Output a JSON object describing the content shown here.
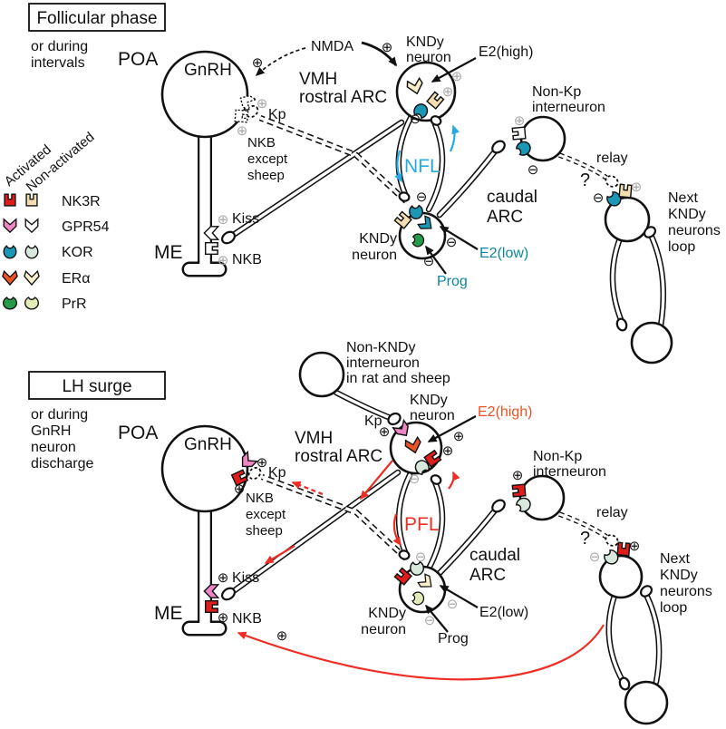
{
  "signs": {
    "plus": "⊕",
    "minus": "⊖",
    "question": "?"
  },
  "colors": {
    "ink": "#111111",
    "gray": "#a9a9a9",
    "white": "#ffffff",
    "nk3r_on": "#e11c1c",
    "nk3r_off": "#f3deb2",
    "gpr54_on": "#ee85c5",
    "gpr54_off": "#ffffff",
    "kor_on": "#1a97b5",
    "kor_off": "#d9e8dd",
    "era_on": "#ee5323",
    "era_off": "#f9eecb",
    "era_low": "#1a97b5",
    "prr_on": "#259a49",
    "prr_off": "#e2ecb6",
    "nfl_blue": "#29a9e1",
    "teal_text": "#0e86a0",
    "red": "#ee2e24",
    "orange_text": "#f05123"
  },
  "legend": {
    "activated": "Activated",
    "non_activated": "Non-activated",
    "receptors": [
      "NK3R",
      "GPR54",
      "KOR",
      "ERα",
      "PrR"
    ]
  },
  "top": {
    "title": "Follicular phase",
    "subtitle": [
      "or during",
      "intervals"
    ],
    "poa": "POA",
    "gnrh": "GnRH",
    "nmda": "NMDA",
    "vmh": [
      "VMH",
      "rostral ARC"
    ],
    "kndy_rostral": [
      "KNDy",
      "neuron"
    ],
    "e2_high": "E2(high)",
    "kp": "Kp",
    "nkb_except": [
      "NKB",
      "except",
      "sheep"
    ],
    "kiss": "Kiss",
    "nkb": "NKB",
    "me": "ME",
    "loop_label": "NFL",
    "caudal_arc": [
      "caudal",
      "ARC"
    ],
    "kndy_caudal": [
      "KNDy",
      "neuron"
    ],
    "e2_low": "E2(low)",
    "prog": "Prog",
    "non_kp": [
      "Non-Kp",
      "interneuron"
    ],
    "relay": "relay",
    "next_loop": [
      "Next",
      "KNDy",
      "neurons",
      "loop"
    ]
  },
  "bottom": {
    "title": "LH surge",
    "subtitle": [
      "or during",
      "GnRH",
      "neuron",
      "discharge"
    ],
    "poa": "POA",
    "gnrh": "GnRH",
    "non_kndy": [
      "Non-KNDy",
      "interneuron",
      "in rat and sheep"
    ],
    "kp_synapse": "Kp",
    "kndy_rostral": [
      "KNDy",
      "neuron"
    ],
    "e2_high": "E2(high)",
    "kp": "Kp",
    "vmh": [
      "VMH",
      "rostral ARC"
    ],
    "nkb_except": [
      "NKB",
      "except",
      "sheep"
    ],
    "kiss": "Kiss",
    "nkb": "NKB",
    "me": "ME",
    "loop_label": "PFL",
    "caudal_arc": [
      "caudal",
      "ARC"
    ],
    "kndy_caudal": [
      "KNDy",
      "neuron"
    ],
    "e2_low": "E2(low)",
    "prog": "Prog",
    "non_kp": [
      "Non-Kp",
      "interneuron"
    ],
    "relay": "relay",
    "next_loop": [
      "Next",
      "KNDy",
      "neurons",
      "loop"
    ]
  }
}
